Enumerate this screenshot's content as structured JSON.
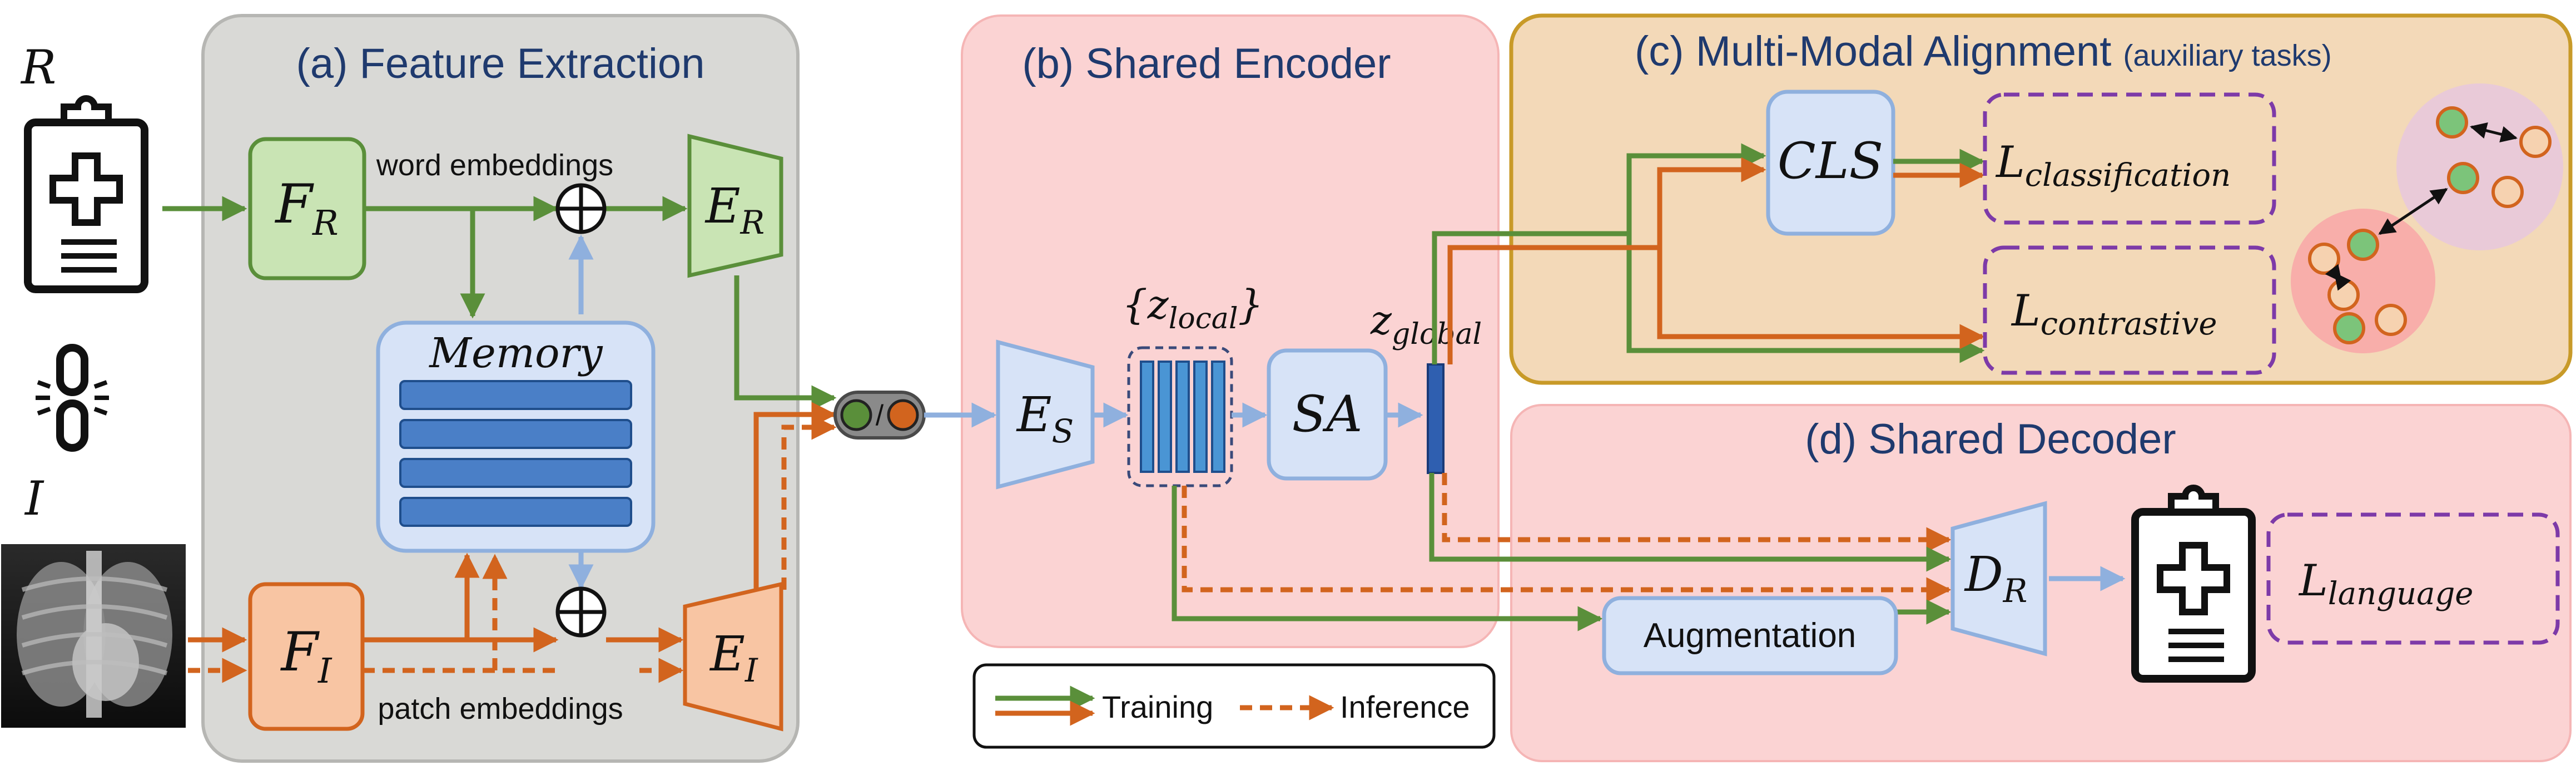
{
  "panels": {
    "feature_extraction": "(a) Feature Extraction",
    "shared_encoder": "(b) Shared Encoder",
    "alignment": "(c) Multi-Modal Alignment",
    "alignment_note": "(auxiliary tasks)",
    "shared_decoder": "(d) Shared Decoder"
  },
  "inputs": {
    "report": "R",
    "image": "I"
  },
  "blocks": {
    "fr_main": "F",
    "fr_sub": "R",
    "fi_main": "F",
    "fi_sub": "I",
    "er_main": "E",
    "er_sub": "R",
    "ei_main": "E",
    "ei_sub": "I",
    "es_main": "E",
    "es_sub": "S",
    "memory": "Memory",
    "sa": "SA",
    "cls": "CLS",
    "augmentation": "Augmentation",
    "dr_main": "D",
    "dr_sub": "R",
    "switch_sep": "/"
  },
  "labels": {
    "word_embeddings": "word embeddings",
    "patch_embeddings": "patch embeddings",
    "z_local_main": "{z",
    "z_local_sub": "local",
    "z_local_close": "}",
    "z_global_main": "z",
    "z_global_sub": "global"
  },
  "losses": {
    "classification_main": "L",
    "classification_sub": "classification",
    "contrastive_main": "L",
    "contrastive_sub": "contrastive",
    "language_main": "L",
    "language_sub": "language"
  },
  "legend": {
    "training": "Training",
    "inference": "Inference"
  },
  "colors": {
    "training": "#5a8f3a",
    "inference": "#d2641e",
    "flow": "#8fb0de",
    "panel_a": "#d9d9d6",
    "panel_b": "#fbd3d3",
    "panel_c": "#f3d9b8",
    "panel_d": "#fbd3d3"
  }
}
